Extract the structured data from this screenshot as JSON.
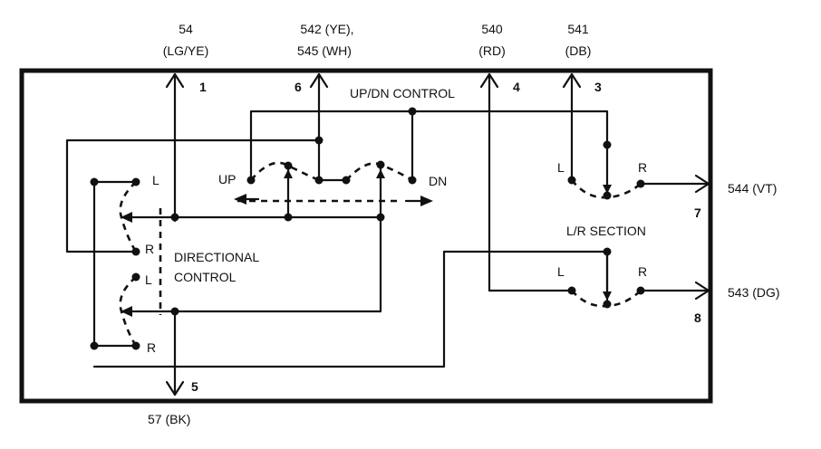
{
  "diagram": {
    "terminals": {
      "t54": {
        "wire": "54",
        "color": "(LG/YE)",
        "pin": "1"
      },
      "t542": {
        "wire": "542 (YE),",
        "wire2": "545 (WH)",
        "pin": "6"
      },
      "t540": {
        "wire": "540",
        "color": "(RD)",
        "pin": "4"
      },
      "t541": {
        "wire": "541",
        "color": "(DB)",
        "pin": "3"
      },
      "t544": {
        "label": "544 (VT)",
        "pin": "7"
      },
      "t543": {
        "label": "543 (DG)",
        "pin": "8"
      },
      "t57": {
        "label": "57 (BK)",
        "pin": "5"
      }
    },
    "sections": {
      "updn": "UP/DN CONTROL",
      "lr": "L/R SECTION",
      "directional_1": "DIRECTIONAL",
      "directional_2": "CONTROL"
    },
    "contacts": {
      "up": "UP",
      "dn": "DN",
      "dir_l_top": "L",
      "dir_r_mid": "R",
      "dir_l_mid": "L",
      "dir_r_bot": "R",
      "lr_top_l": "L",
      "lr_top_r": "R",
      "lr_bot_l": "L",
      "lr_bot_r": "R"
    }
  }
}
